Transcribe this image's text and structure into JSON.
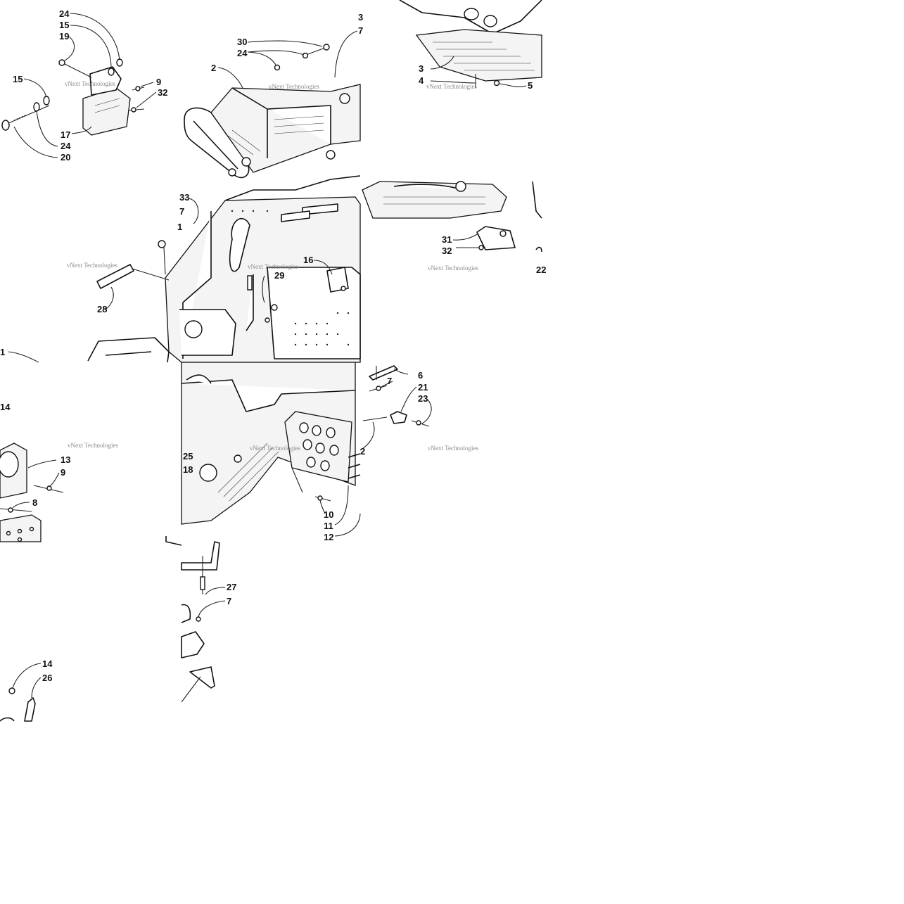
{
  "watermark": "vNext Technologies",
  "labels": {
    "t1_24": "24",
    "t1_15a": "15",
    "t1_19": "19",
    "t1_15b": "15",
    "t1_9": "9",
    "t1_32": "32",
    "t1_17": "17",
    "t1_24b": "24",
    "t1_20": "20",
    "t2_30": "30",
    "t2_24": "24",
    "t2_3": "3",
    "t2_7": "7",
    "t2_2": "2",
    "t2_33": "33",
    "t2_7b": "7",
    "t2_1": "1",
    "t2_16": "16",
    "t2_29": "29",
    "t2_28": "28",
    "t2_1b": "1",
    "t3_3": "3",
    "t3_4": "4",
    "t3_5": "5",
    "t3_31": "31",
    "t3_32": "32",
    "t3_22": "22",
    "t4_14": "14",
    "t4_13": "13",
    "t4_9": "9",
    "t4_8": "8",
    "t4_14b": "14",
    "t4_26": "26",
    "t5_6": "6",
    "t5_7": "7",
    "t5_21": "21",
    "t5_23": "23",
    "t5_2": "2",
    "t5_25": "25",
    "t5_18": "18",
    "t5_10": "10",
    "t5_11": "11",
    "t5_12": "12",
    "t5_27": "27",
    "t5_7b": "7"
  }
}
